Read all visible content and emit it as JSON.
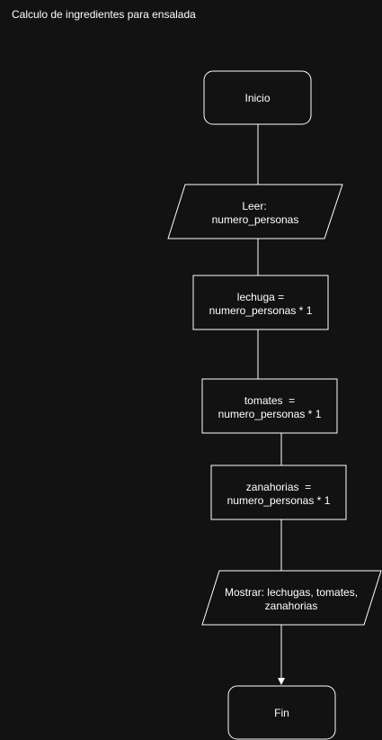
{
  "diagram": {
    "title": "Calculo de ingredientes para ensalada",
    "nodes": [
      {
        "id": "inicio",
        "kind": "terminal",
        "lines": [
          "Inicio"
        ]
      },
      {
        "id": "leer",
        "kind": "io",
        "lines": [
          "Leer:",
          "numero_personas"
        ]
      },
      {
        "id": "lechuga",
        "kind": "process",
        "lines": [
          "lechuga =",
          "numero_personas * 1"
        ]
      },
      {
        "id": "tomates",
        "kind": "process",
        "lines": [
          "tomates  =",
          "numero_personas * 1"
        ]
      },
      {
        "id": "zanahorias",
        "kind": "process",
        "lines": [
          "zanahorias  =",
          "numero_personas * 1"
        ]
      },
      {
        "id": "mostrar",
        "kind": "io",
        "lines": [
          "Mostrar: lechugas, tomates,",
          "zanahorias"
        ]
      },
      {
        "id": "fin",
        "kind": "terminal",
        "lines": [
          "Fin"
        ]
      }
    ],
    "edges": [
      {
        "from": "inicio",
        "to": "leer"
      },
      {
        "from": "leer",
        "to": "lechuga"
      },
      {
        "from": "lechuga",
        "to": "tomates"
      },
      {
        "from": "tomates",
        "to": "zanahorias"
      },
      {
        "from": "zanahorias",
        "to": "mostrar"
      },
      {
        "from": "mostrar",
        "to": "fin",
        "arrow": true
      }
    ],
    "colors": {
      "background": "#121212",
      "stroke": "#ffffff",
      "text": "#ffffff"
    }
  }
}
